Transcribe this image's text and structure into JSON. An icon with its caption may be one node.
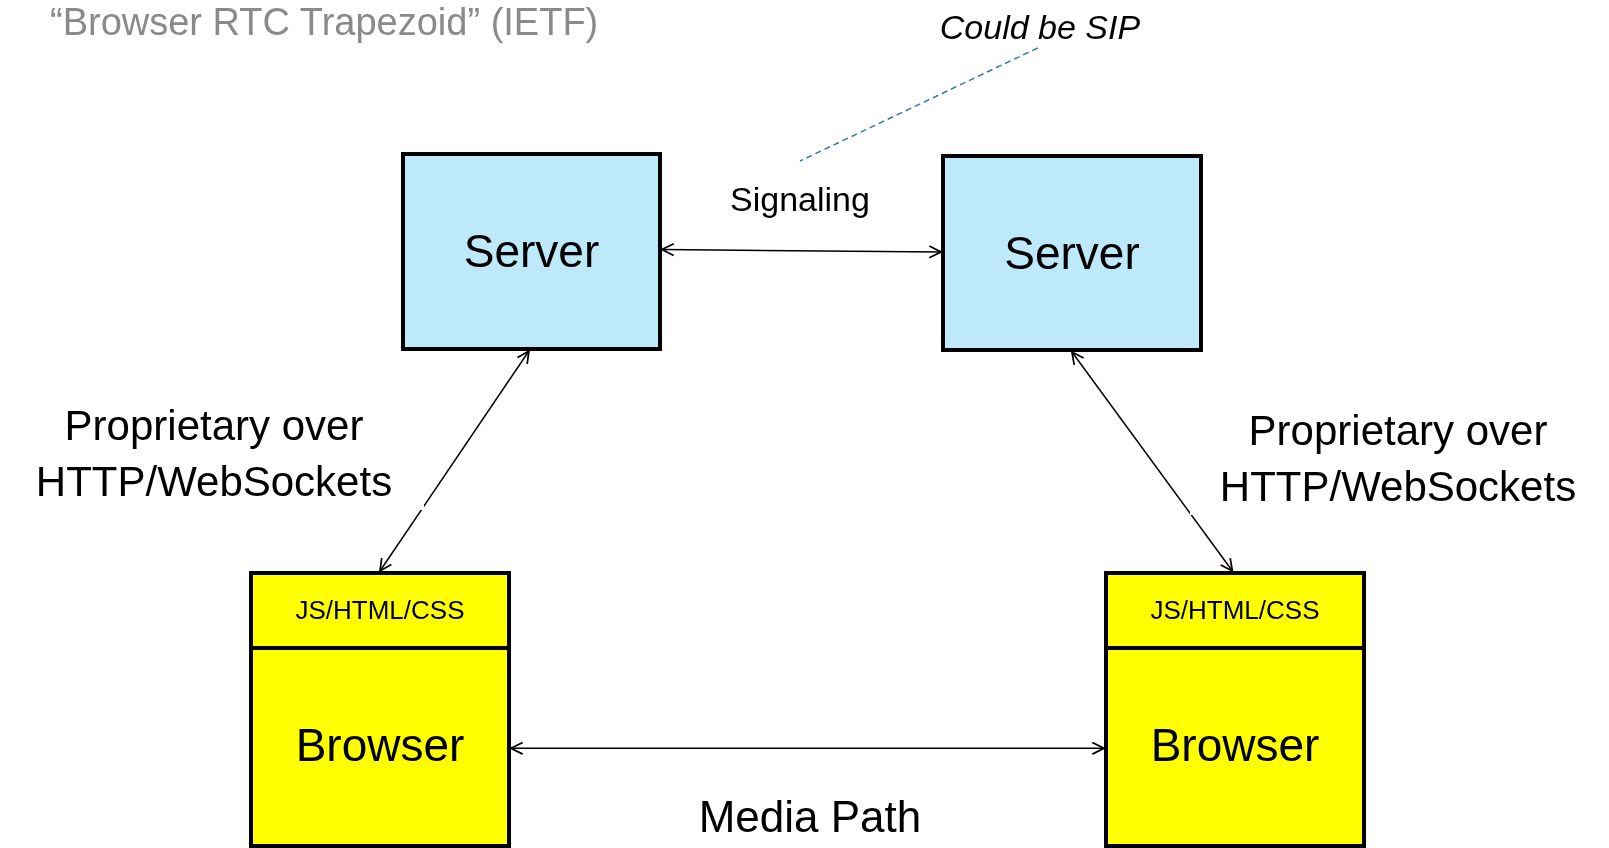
{
  "diagram": {
    "title": "“Browser RTC Trapezoid” (IETF)",
    "nodes": [
      {
        "text": [
          "Server"
        ]
      },
      {
        "text": [
          "Server"
        ]
      },
      {
        "text": [
          "JS/HTML/CSS",
          "Browser"
        ]
      },
      {
        "text": [
          "JS/HTML/CSS",
          "Browser"
        ]
      },
      {
        "text": [
          "Could be SIP"
        ]
      }
    ],
    "edges": [
      {
        "from": 0,
        "to": 1,
        "arrow": "both",
        "label": "Signaling"
      },
      {
        "from": 0,
        "to": 2,
        "arrow": "both",
        "label": "Proprietary over HTTP/WebSockets"
      },
      {
        "from": 1,
        "to": 3,
        "arrow": "both",
        "label": "Proprietary over HTTP/WebSockets"
      },
      {
        "from": 2,
        "to": 3,
        "arrow": "both",
        "label": "Media Path"
      },
      {
        "from": 4,
        "to": null,
        "arrow": "none",
        "style": "dashed",
        "color": "#2a7ab0"
      }
    ]
  }
}
